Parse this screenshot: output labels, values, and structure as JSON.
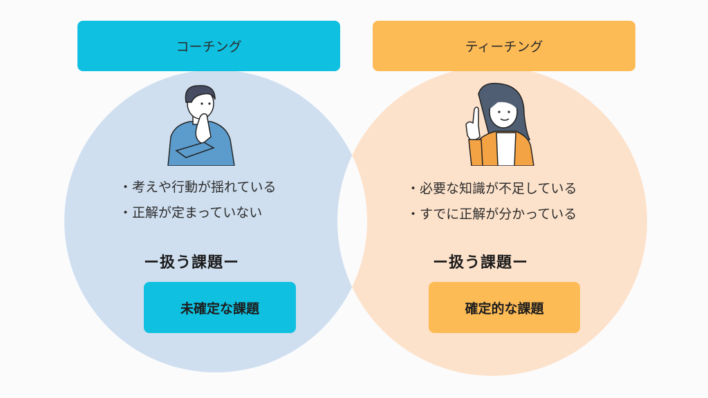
{
  "colors": {
    "background": "#fbfbfc",
    "coaching_accent": "#10c0e0",
    "coaching_circle": "#cfdff0",
    "teaching_accent": "#fdbb56",
    "teaching_circle": "#fde2cb"
  },
  "coaching": {
    "title": "コーチング",
    "illustration": "thinking-man-icon",
    "bullets": [
      "考えや行動が揺れている",
      "正解が定まっていない"
    ],
    "topic_heading": "ー扱う課題ー",
    "topic_value": "未確定な課題"
  },
  "teaching": {
    "title": "ティーチング",
    "illustration": "pointing-woman-icon",
    "bullets": [
      "必要な知識が不足している",
      "すでに正解が分かっている"
    ],
    "topic_heading": "ー扱う課題ー",
    "topic_value": "確定的な課題"
  }
}
